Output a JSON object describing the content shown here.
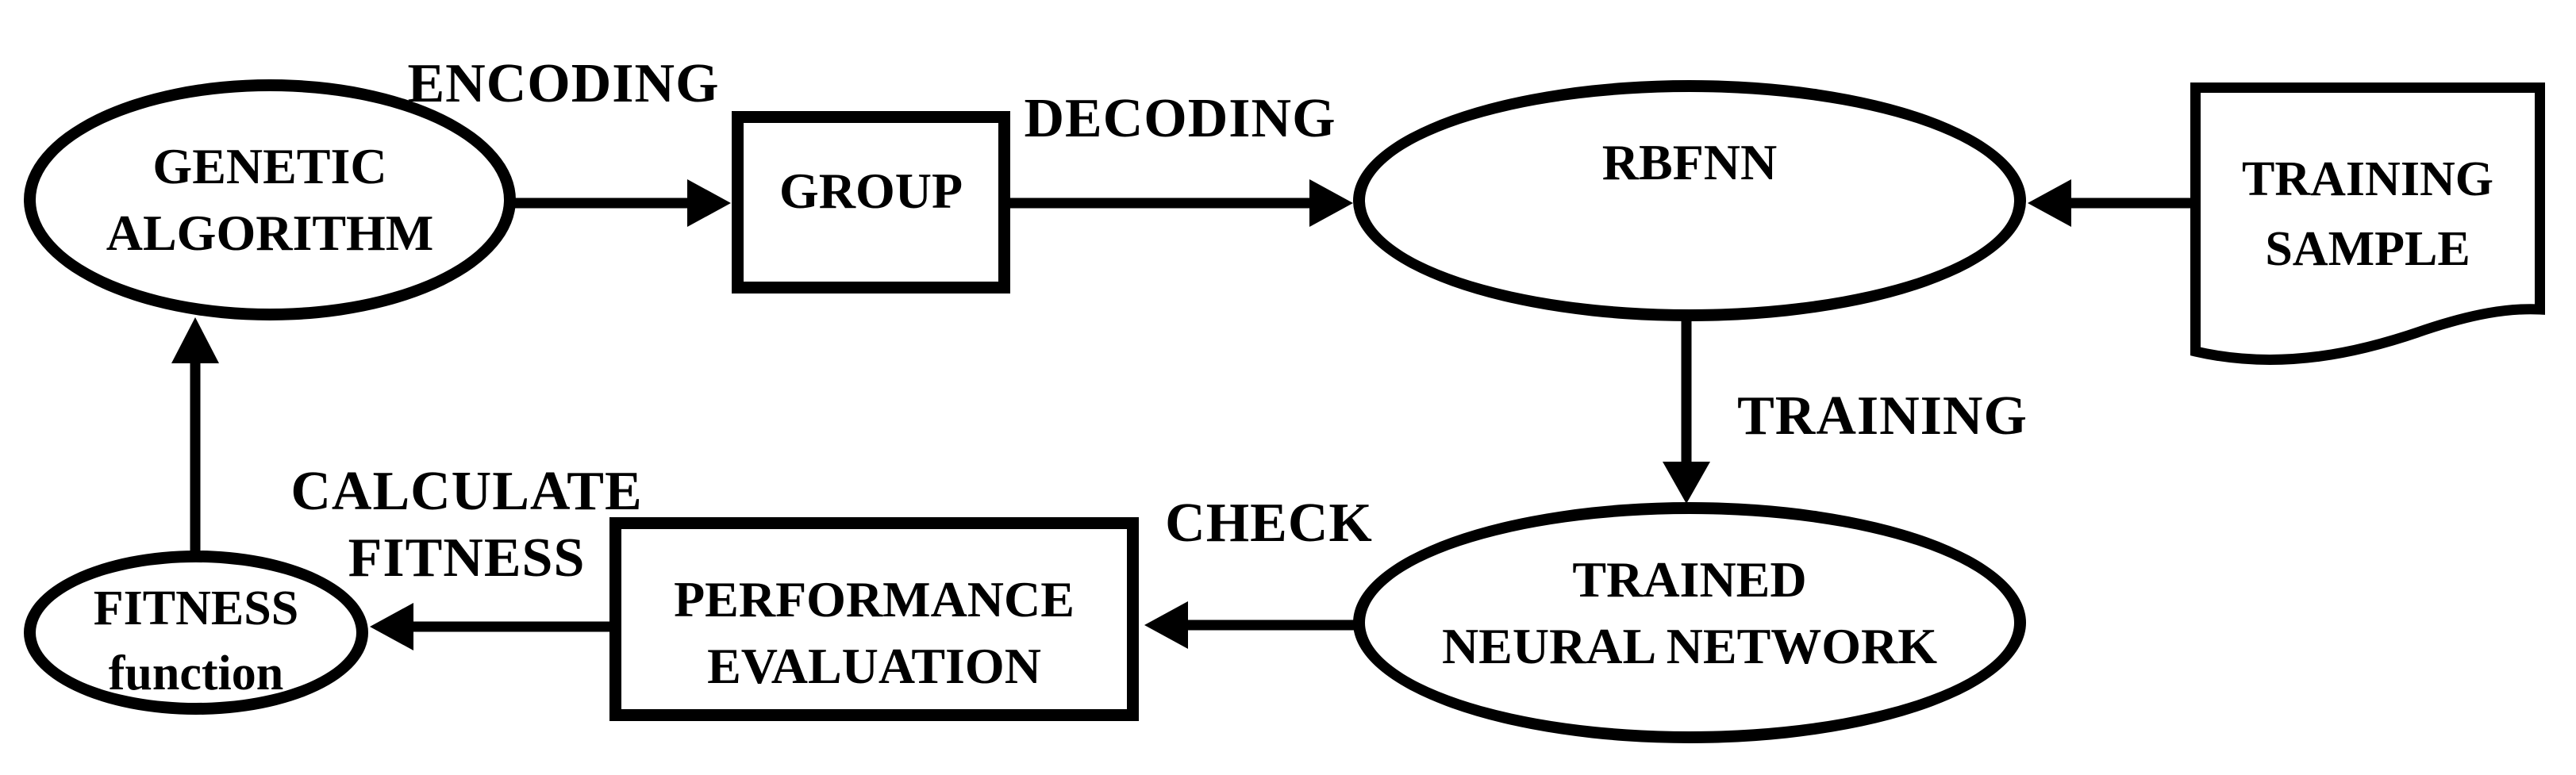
{
  "diagram": {
    "type": "flowchart",
    "colors": {
      "stroke": "#000000",
      "background": "#ffffff",
      "text": "#000000"
    },
    "nodes": {
      "genetic_algorithm": {
        "label": "GENETIC\nALGORITHM",
        "shape": "ellipse"
      },
      "group": {
        "label": "GROUP",
        "shape": "rectangle"
      },
      "rbfnn": {
        "label": "RBFNN",
        "shape": "ellipse"
      },
      "training_sample": {
        "label": "TRAINING\nSAMPLE",
        "shape": "document"
      },
      "trained_neural_network": {
        "label": "TRAINED\nNEURAL NETWORK",
        "shape": "ellipse"
      },
      "performance_evaluation": {
        "label": "PERFORMANCE\nEVALUATION",
        "shape": "rectangle"
      },
      "fitness_function": {
        "label": "FITNESS\nfunction",
        "shape": "ellipse"
      }
    },
    "edges": [
      {
        "from": "genetic_algorithm",
        "to": "group",
        "label": "ENCODING"
      },
      {
        "from": "group",
        "to": "rbfnn",
        "label": "DECODING"
      },
      {
        "from": "training_sample",
        "to": "rbfnn",
        "label": ""
      },
      {
        "from": "rbfnn",
        "to": "trained_neural_network",
        "label": "TRAINING"
      },
      {
        "from": "trained_neural_network",
        "to": "performance_evaluation",
        "label": "CHECK"
      },
      {
        "from": "performance_evaluation",
        "to": "fitness_function",
        "label": "CALCULATE\nFITNESS"
      },
      {
        "from": "fitness_function",
        "to": "genetic_algorithm",
        "label": ""
      }
    ],
    "edge_labels": {
      "encoding": "ENCODING",
      "decoding": "DECODING",
      "training": "TRAINING",
      "check": "CHECK",
      "calculate_fitness": "CALCULATE\nFITNESS"
    }
  }
}
